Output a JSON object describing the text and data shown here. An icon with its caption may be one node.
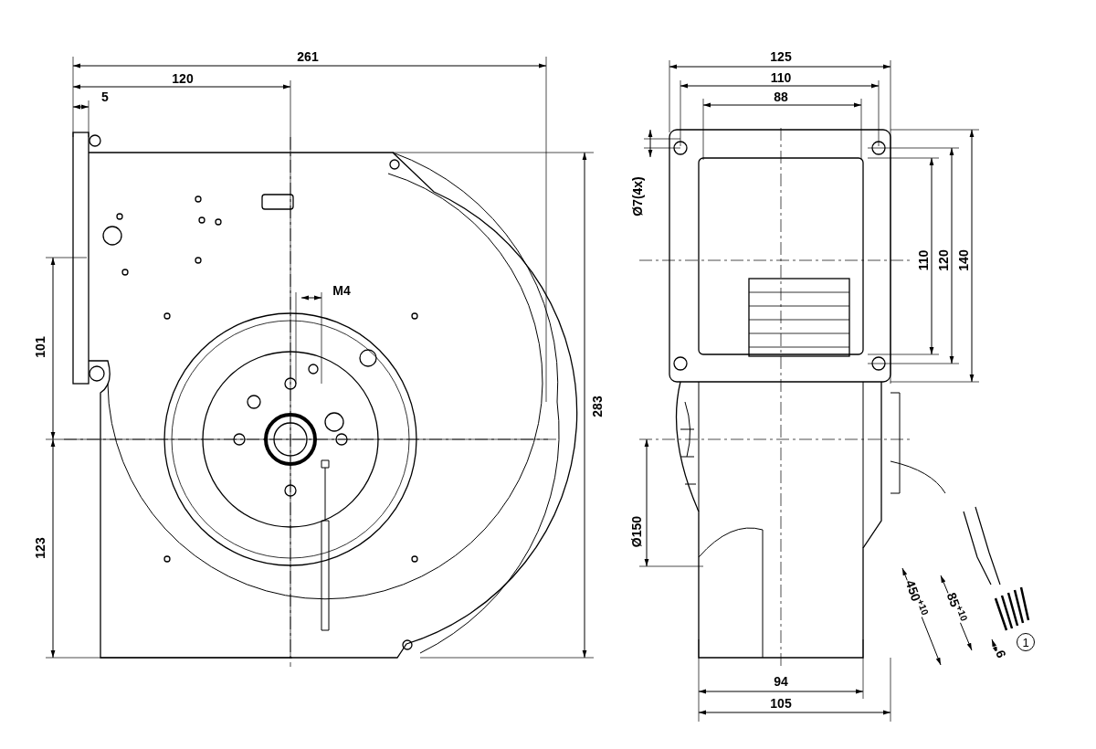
{
  "diagram": {
    "labels": [
      "261",
      "120",
      "5",
      "M4",
      "101",
      "123",
      "283",
      "125",
      "110",
      "88",
      "Ø7(4x)",
      "110",
      "120",
      "140",
      "Ø150",
      "94",
      "105",
      "450$^{+10}$",
      "85$^{+10}$",
      "6",
      "1"
    ]
  }
}
